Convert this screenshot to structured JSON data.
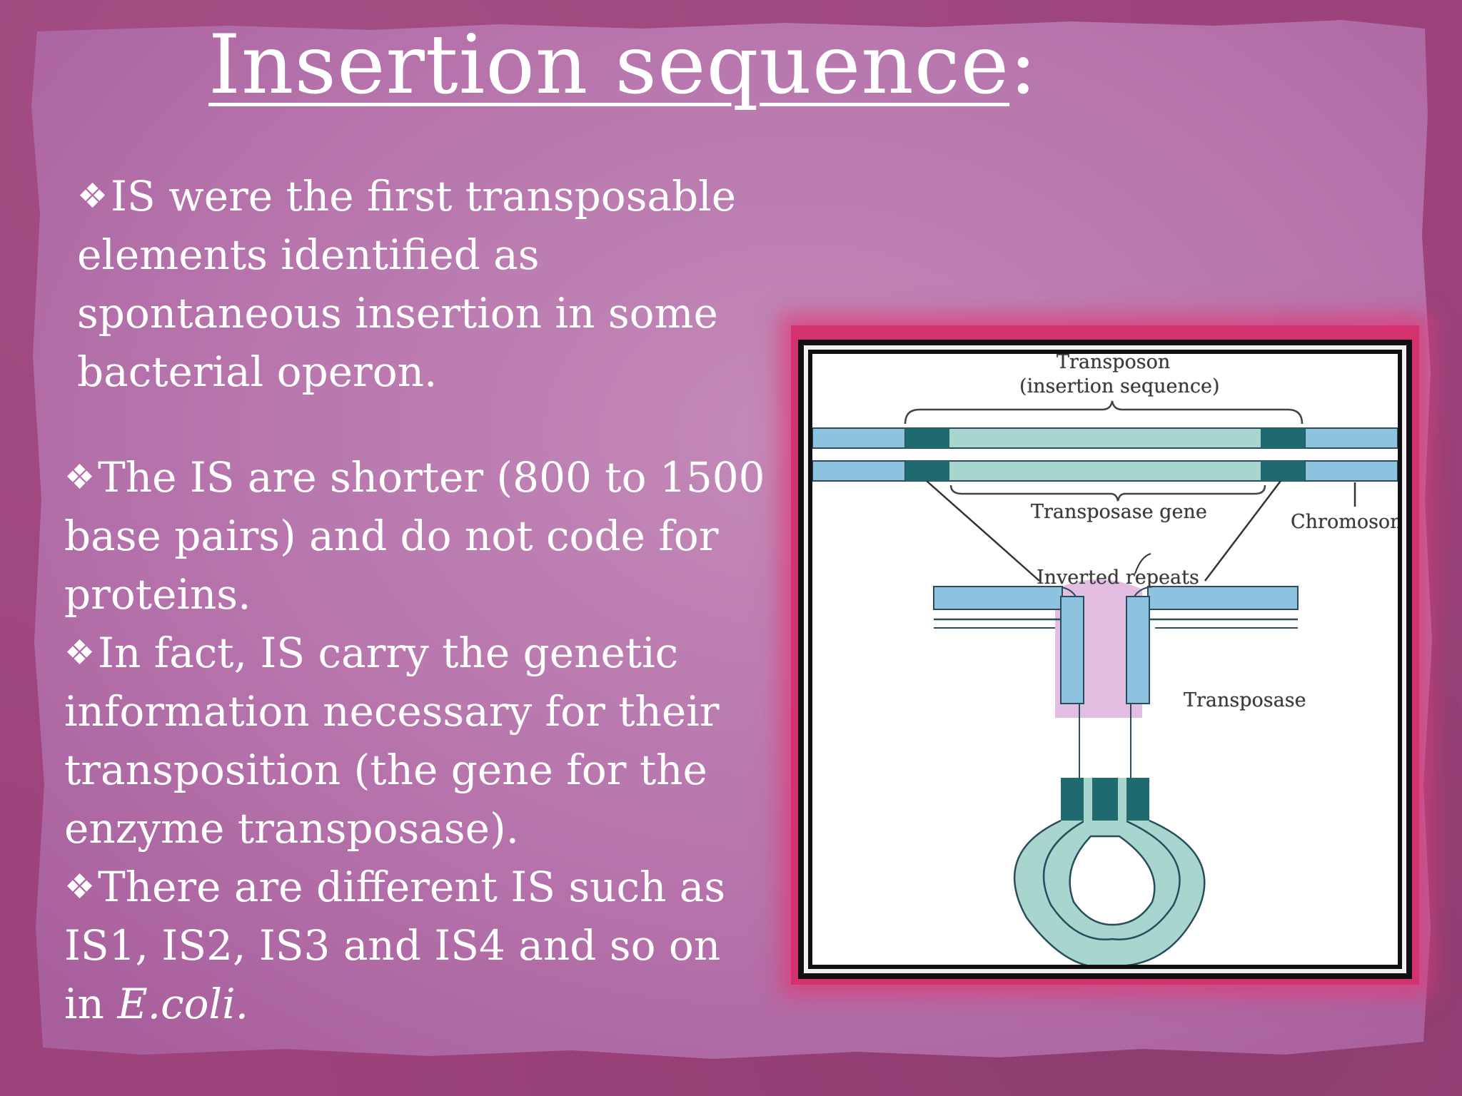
{
  "slide": {
    "title": "Insertion sequence",
    "title_colon": ":",
    "bullet_glyph": "❖",
    "paragraphs": [
      {
        "text": "IS were the first transposable elements identified as spontaneous insertion in some bacterial operon."
      },
      {
        "text": "The IS are shorter (800 to 1500 base pairs) and do not code for proteins."
      },
      {
        "text": "In fact, IS carry the genetic information necessary for their transposition (the gene for the enzyme transposase)."
      },
      {
        "text": "There  are different IS such as IS1, IS2, IS3 and IS4 and so on in ",
        "italic_tail": "E.coli."
      }
    ]
  },
  "figure": {
    "label_transposon_line1": "Transposon",
    "label_transposon_line2": "(insertion sequence)",
    "label_transposase_gene": "Transposase gene",
    "label_chromosome": "Chromoson",
    "label_inverted_repeats": "Inverted repeats",
    "label_transposase": "Transposase"
  },
  "colors": {
    "background": "#9d437c",
    "paper": "#b873ad",
    "figure_border_glow": "#d4326f",
    "dna_light_blue": "#8ec3e0",
    "dna_teal_light": "#a8d6cf",
    "dna_teal_dark": "#1e6a6e",
    "transposase_pink": "#e2b9e0"
  }
}
